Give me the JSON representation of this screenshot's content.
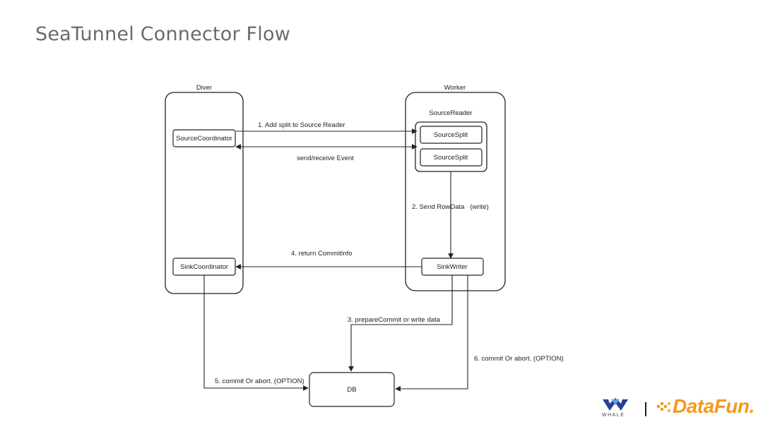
{
  "title": "SeaTunnel Connector Flow",
  "groups": {
    "driver": "Diver",
    "worker": "Worker",
    "source_reader": "SourceReader"
  },
  "nodes": {
    "source_coordinator": "SourceCoordinator",
    "sink_coordinator": "SinkCoordinator",
    "source_split_1": "SourceSplit",
    "source_split_2": "SourceSplit",
    "sink_writer": "SinkWriter",
    "db": "DB"
  },
  "edges": {
    "add_split": "1. Add split to Source Reader",
    "send_receive": "send/receive Event",
    "send_rowdata": "2. Send RowData   (write)",
    "prepare_commit": "3. prepareCommit or write data",
    "return_commitinfo": "4. return CommitInfo",
    "commit_driver": "5. commit Or abort. (OPTION)",
    "commit_worker": "6. commit Or abort. (OPTION)"
  },
  "brand": {
    "whale": "WHALE",
    "datafun": "DataFun.",
    "whale_color": "#2a3f8f",
    "datafun_color": "#f39a1e"
  }
}
